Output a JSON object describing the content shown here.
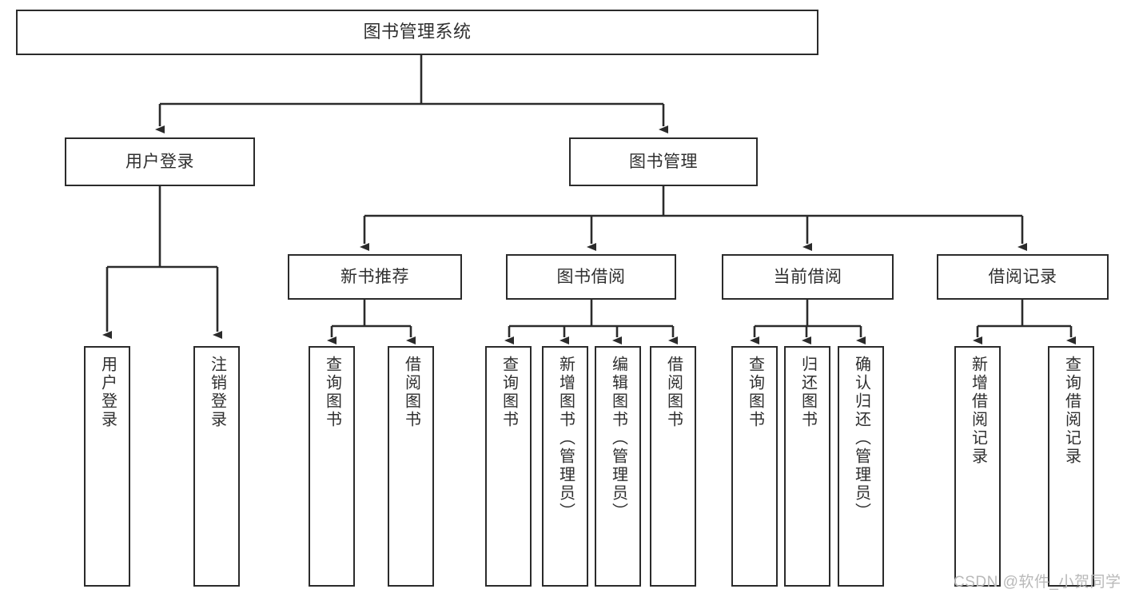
{
  "diagram": {
    "title": "图书管理系统",
    "type": "tree-hierarchy-chart",
    "background_color": "#ffffff",
    "box_border_color": "#2b2b2b",
    "text_color": "#2f2f2f",
    "connector_color": "#2b2b2b"
  },
  "root": {
    "label": "图书管理系统"
  },
  "level1": [
    {
      "label": "用户登录"
    },
    {
      "label": "图书管理"
    }
  ],
  "level2": [
    {
      "label": "新书推荐"
    },
    {
      "label": "图书借阅"
    },
    {
      "label": "当前借阅"
    },
    {
      "label": "借阅记录"
    }
  ],
  "leaves": {
    "user_login": [
      {
        "label": "用户登录"
      },
      {
        "label": "注销登录"
      }
    ],
    "new_book_recommend": [
      {
        "label": "查询图书"
      },
      {
        "label": "借阅图书"
      }
    ],
    "book_borrow": [
      {
        "label": "查询图书"
      },
      {
        "label": "新增图书（管理员）"
      },
      {
        "label": "编辑图书（管理员）"
      },
      {
        "label": "借阅图书"
      }
    ],
    "current_borrow": [
      {
        "label": "查询图书"
      },
      {
        "label": "归还图书"
      },
      {
        "label": "确认归还（管理员）"
      }
    ],
    "borrow_record": [
      {
        "label": "新增借阅记录"
      },
      {
        "label": "查询借阅记录"
      }
    ]
  },
  "watermark": {
    "text": "CSDN @软件_小贺同学"
  }
}
